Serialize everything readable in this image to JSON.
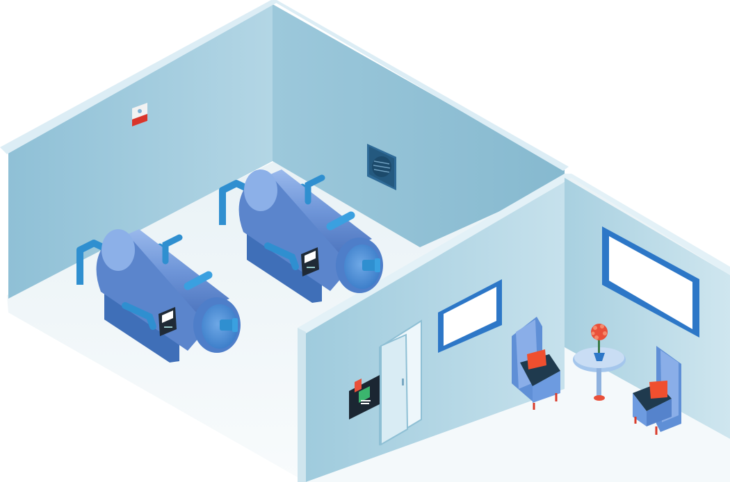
{
  "scene": {
    "rooms": [
      "boiler-room",
      "lounge"
    ],
    "colors": {
      "background": "#ffffff",
      "floor": "#f2f7fa",
      "wall_left": "#a9cfdf",
      "wall_back": "#8fbfd3",
      "wall_inner": "#b6d7e4",
      "wall_top": "#d9ecf4",
      "boiler_body": "#6f97d6",
      "boiler_dark": "#4d77c2",
      "boiler_light": "#93b5ea",
      "pipe": "#2f8fd0",
      "frame": "#2d77c7",
      "accent": "#e9503a",
      "device": "#1f2a36",
      "screen": "#3bb56e"
    },
    "objects": [
      {
        "name": "boiler",
        "count": 2,
        "icon": "boiler-icon"
      },
      {
        "name": "controller",
        "count": 2,
        "icon": "controller-icon"
      },
      {
        "name": "wall-sensor",
        "count": 1,
        "icon": "sensor-icon"
      },
      {
        "name": "wall-monitor",
        "count": 1,
        "icon": "monitor-icon"
      },
      {
        "name": "vent",
        "count": 1,
        "icon": "vent-icon"
      },
      {
        "name": "door",
        "count": 1,
        "icon": "door-icon"
      },
      {
        "name": "window",
        "count": 2,
        "icon": "window-icon"
      },
      {
        "name": "armchair",
        "count": 2,
        "icon": "armchair-icon"
      },
      {
        "name": "side-table",
        "count": 1,
        "icon": "table-icon"
      },
      {
        "name": "flower-vase",
        "count": 1,
        "icon": "flower-icon"
      }
    ]
  }
}
